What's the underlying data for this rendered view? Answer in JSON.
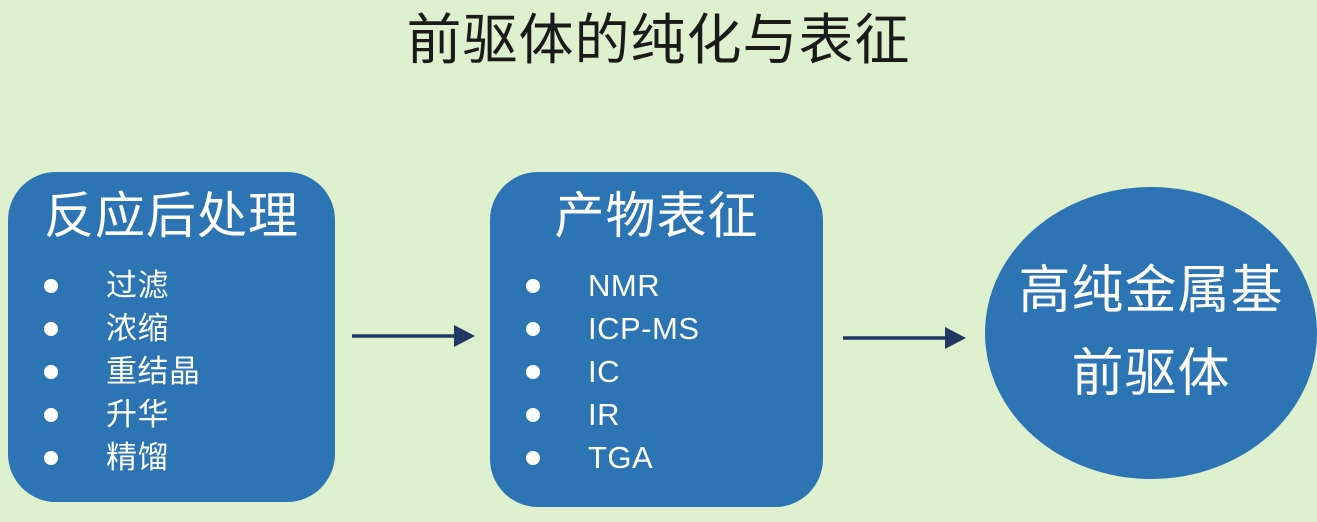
{
  "title": "前驱体的纯化与表征",
  "colors": {
    "background": "#DFF0CE",
    "node_fill": "#2D74B5",
    "node_text": "#FFFFFF",
    "arrow": "#1F3864",
    "title_text": "#1A1A1A"
  },
  "diagram": {
    "boxes": [
      {
        "heading": "反应后处理",
        "items": [
          "过滤",
          "浓缩",
          "重结晶",
          "升华",
          "精馏"
        ]
      },
      {
        "heading": "产物表征",
        "items": [
          "NMR",
          "ICP-MS",
          "IC",
          "IR",
          "TGA"
        ]
      }
    ],
    "result": {
      "line1": "高纯金属基",
      "line2": "前驱体"
    }
  }
}
